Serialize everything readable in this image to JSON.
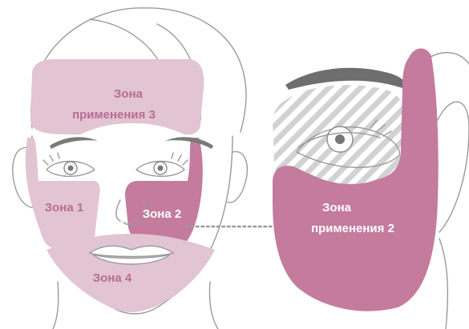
{
  "colors": {
    "zone_light": "#e2c4d2",
    "zone_dark": "#c47b9d",
    "line_art": "#9a9a9a",
    "label_light": "#b96d93",
    "label_on_dark": "#ffffff"
  },
  "zones": {
    "zone3": {
      "line1": "Зона",
      "line2": "применения 3"
    },
    "zone1": {
      "label": "Зона 1"
    },
    "zone2": {
      "label": "Зона 2"
    },
    "zone4": {
      "label": "Зона 4"
    },
    "zone2_detail": {
      "line1": "Зона",
      "line2": "применения 2"
    }
  },
  "icons": [
    "face-front-outline",
    "face-eye-closeup",
    "eye-icon",
    "hatched-eye-area"
  ]
}
